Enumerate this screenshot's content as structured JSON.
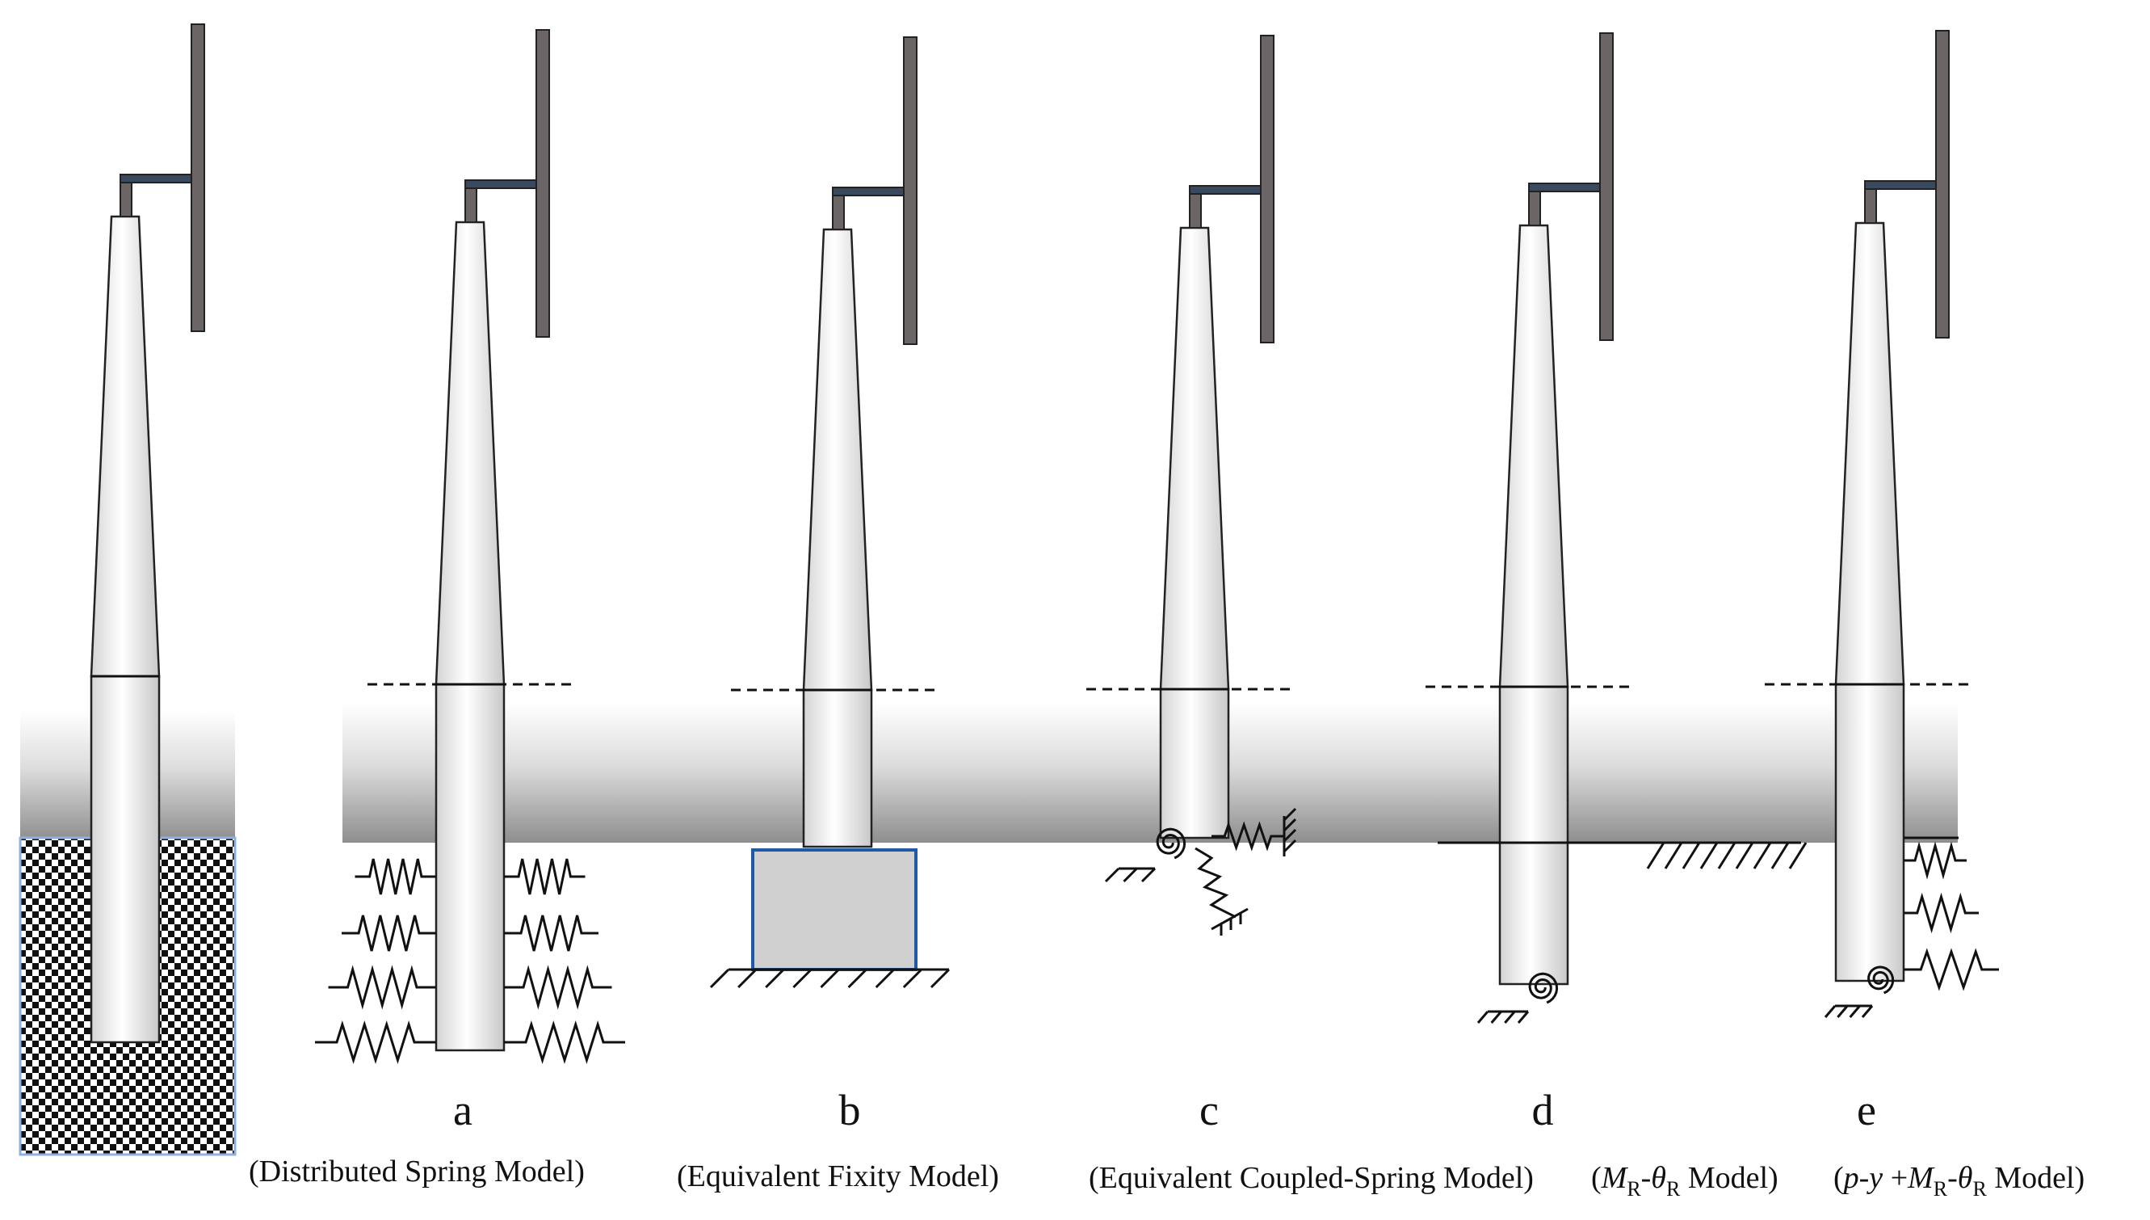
{
  "panels": [
    {
      "letter": "a",
      "caption": "(Distributed Spring Model)"
    },
    {
      "letter": "b",
      "caption": "(Equivalent Fixity Model)"
    },
    {
      "letter": "c",
      "caption": "(Equivalent Coupled-Spring Model)"
    },
    {
      "letter": "d",
      "caption_main": "M",
      "caption_sub1": "R",
      "caption_mid": "-θ",
      "caption_sub2": "R",
      "caption_tail": " Model)",
      "caption_open": "("
    },
    {
      "letter": "e",
      "caption_open": "(",
      "caption_py": "p-y",
      "caption_plus": " +",
      "caption_main": "M",
      "caption_sub1": "R",
      "caption_mid": "-θ",
      "caption_sub2": "R",
      "caption_tail": " Model)"
    }
  ],
  "colors": {
    "tower_outline": "#222222",
    "blade": "#6b6566",
    "nacelle": "#3a4a5e",
    "foundation_fill": "#d0d0d0",
    "foundation_stroke": "#1f5aa6",
    "soil_frame": "#8fb0de"
  }
}
